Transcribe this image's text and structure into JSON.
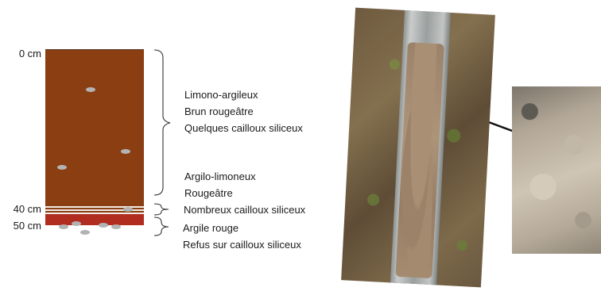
{
  "depths": {
    "d0": "0 cm",
    "d40": "40 cm",
    "d50": "50 cm"
  },
  "descriptions": {
    "h1": [
      "Limono-argileux",
      "Brun rougeâtre",
      "Quelques cailloux siliceux"
    ],
    "h2": [
      "Argilo-limoneux",
      "Rougeâtre"
    ],
    "h3": [
      "Nombreux cailloux siliceux"
    ],
    "h4": [
      "Argile rouge",
      "Refus sur cailloux siliceux"
    ]
  },
  "colors": {
    "horizon_brown": "#8a3e12",
    "horizon_red": "#b02d20",
    "stone": "#b3b3b3",
    "bracket": "#333333"
  }
}
